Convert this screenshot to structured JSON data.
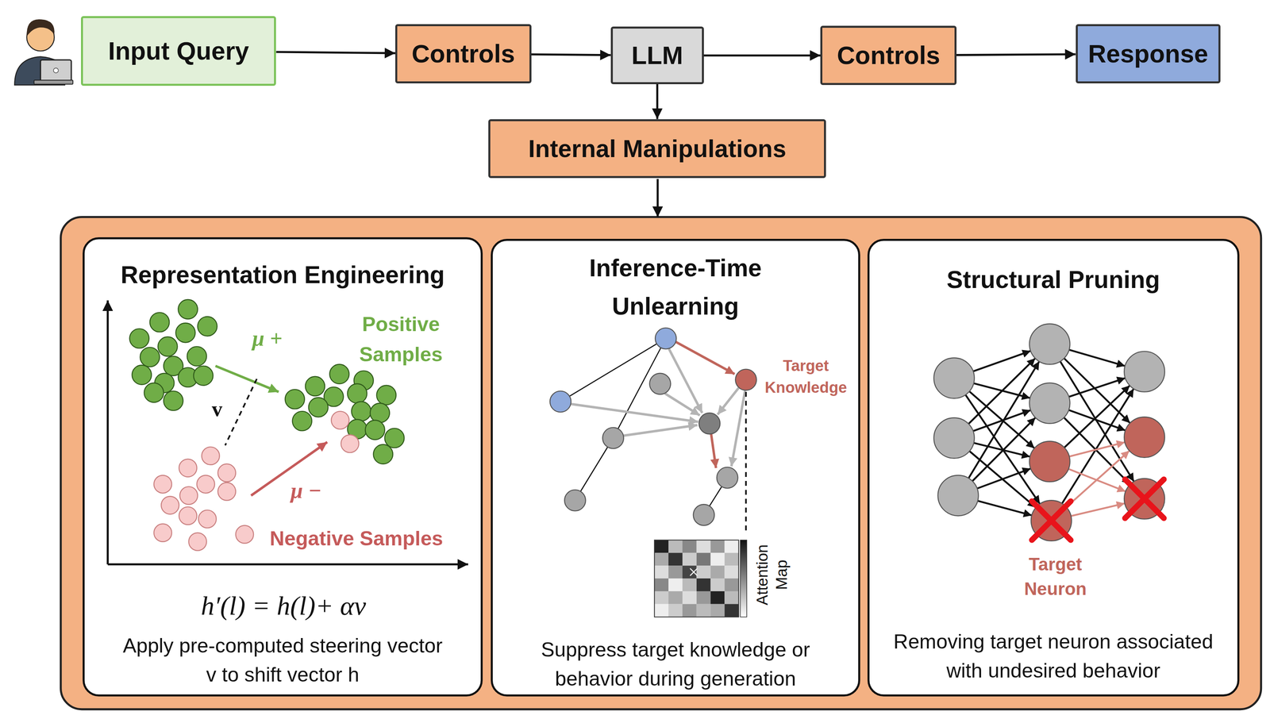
{
  "diagram": {
    "nodes": [
      {
        "text": [
          "Input Query"
        ]
      },
      {
        "text": [
          "Controls"
        ]
      },
      {
        "text": [
          "LLM"
        ]
      },
      {
        "text": [
          "Controls"
        ]
      },
      {
        "text": [
          "Response"
        ]
      },
      {
        "text": [
          "Internal Manipulations"
        ]
      },
      {
        "text": [
          "Representation Engineering",
          "Apply pre-computed steering vector v to shift vector h"
        ]
      },
      {
        "text": [
          "Inference-Time Unlearning",
          "Suppress target knowledge or behavior during generation"
        ]
      },
      {
        "text": [
          "Structural Pruning",
          "Removing target neuron associated with undesired behavior"
        ]
      }
    ],
    "edges": [
      {
        "from": 0,
        "to": 1,
        "arrow": "to"
      },
      {
        "from": 1,
        "to": 2,
        "arrow": "to"
      },
      {
        "from": 2,
        "to": 3,
        "arrow": "to"
      },
      {
        "from": 3,
        "to": 4,
        "arrow": "to"
      },
      {
        "from": 2,
        "to": 5,
        "arrow": "to"
      }
    ],
    "labels": [
      "μ +",
      "Positive Samples",
      "v",
      "μ −",
      "Negative Samples",
      "h′(l) = h(l)+ αv",
      "Target Knowledge",
      "Attention Map",
      "Target Neuron"
    ]
  }
}
